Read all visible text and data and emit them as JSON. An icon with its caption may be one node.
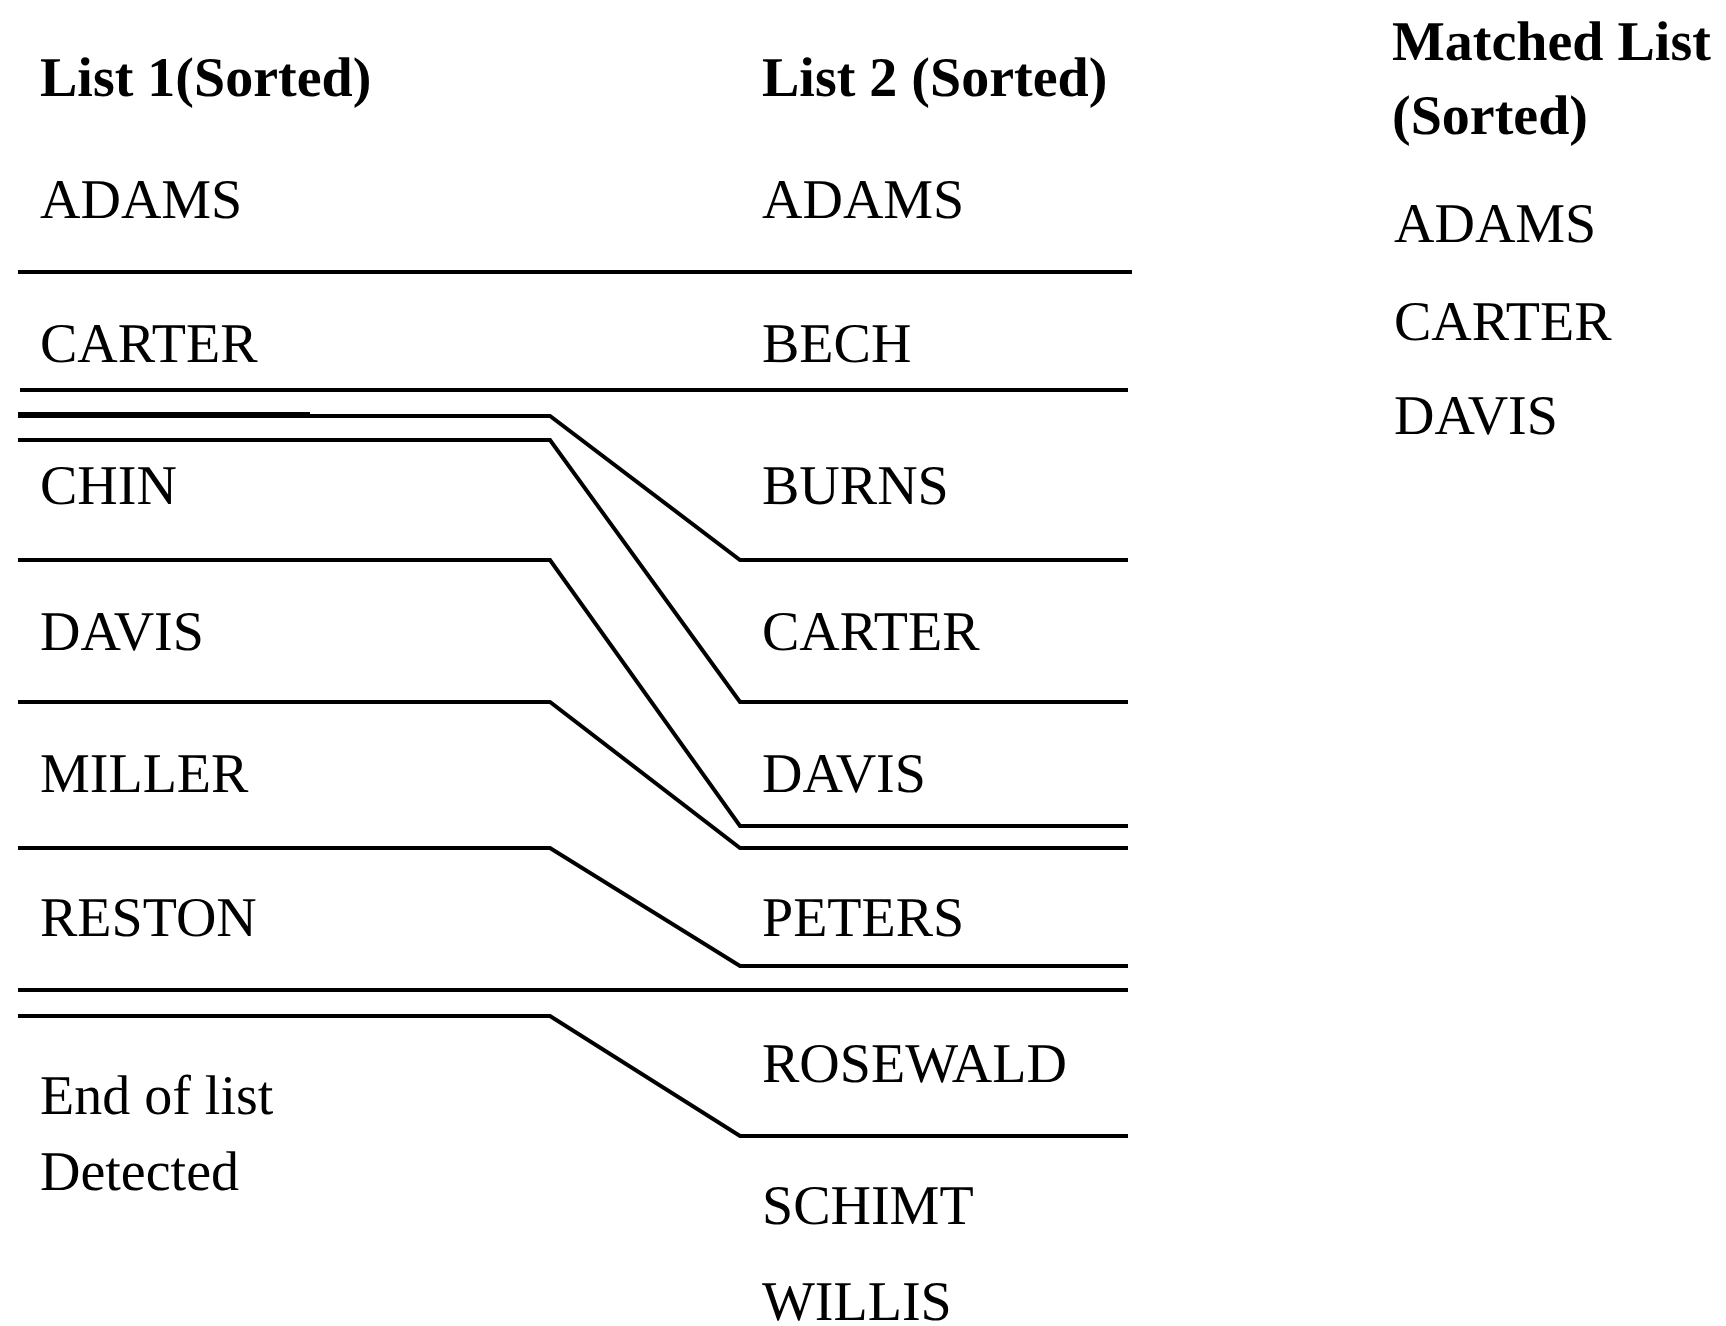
{
  "diagram": {
    "labels": [
      "List 1(Sorted)",
      "List 2 (Sorted)",
      "Matched List (Sorted)",
      "ADAMS",
      "ADAMS",
      "ADAMS",
      "CARTER",
      "BECH",
      "CARTER",
      "DAVIS",
      "CHIN",
      "BURNS",
      "DAVIS",
      "CARTER",
      "MILLER",
      "DAVIS",
      "RESTON",
      "PETERS",
      "End of list Detected",
      "ROSEWALD",
      "SCHIMT",
      "WILLIS"
    ]
  }
}
